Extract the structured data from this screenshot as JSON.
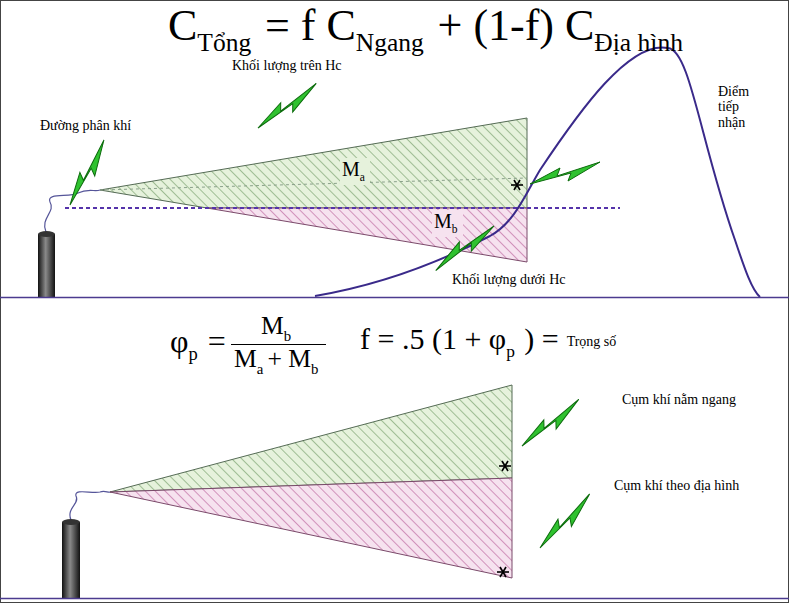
{
  "diagram": {
    "labels": [
      "C",
      "Tổng",
      "= f C",
      "Ngang",
      "+ (1-f) C",
      "Địa hình",
      "Đường phân khí",
      "Khối lượng trên Hc",
      "M",
      "a",
      "Điểm tiếp nhận",
      "M",
      "b",
      "Khối lượng dưới Hc",
      "φ",
      "p",
      "=",
      "M",
      "b",
      "M",
      "a",
      "+ M",
      "b",
      "f = .5 (1 + φ",
      "p",
      ") =",
      "Trọng số",
      "Cụm khí nằm ngang",
      "Cụm khí theo địa hình"
    ]
  }
}
